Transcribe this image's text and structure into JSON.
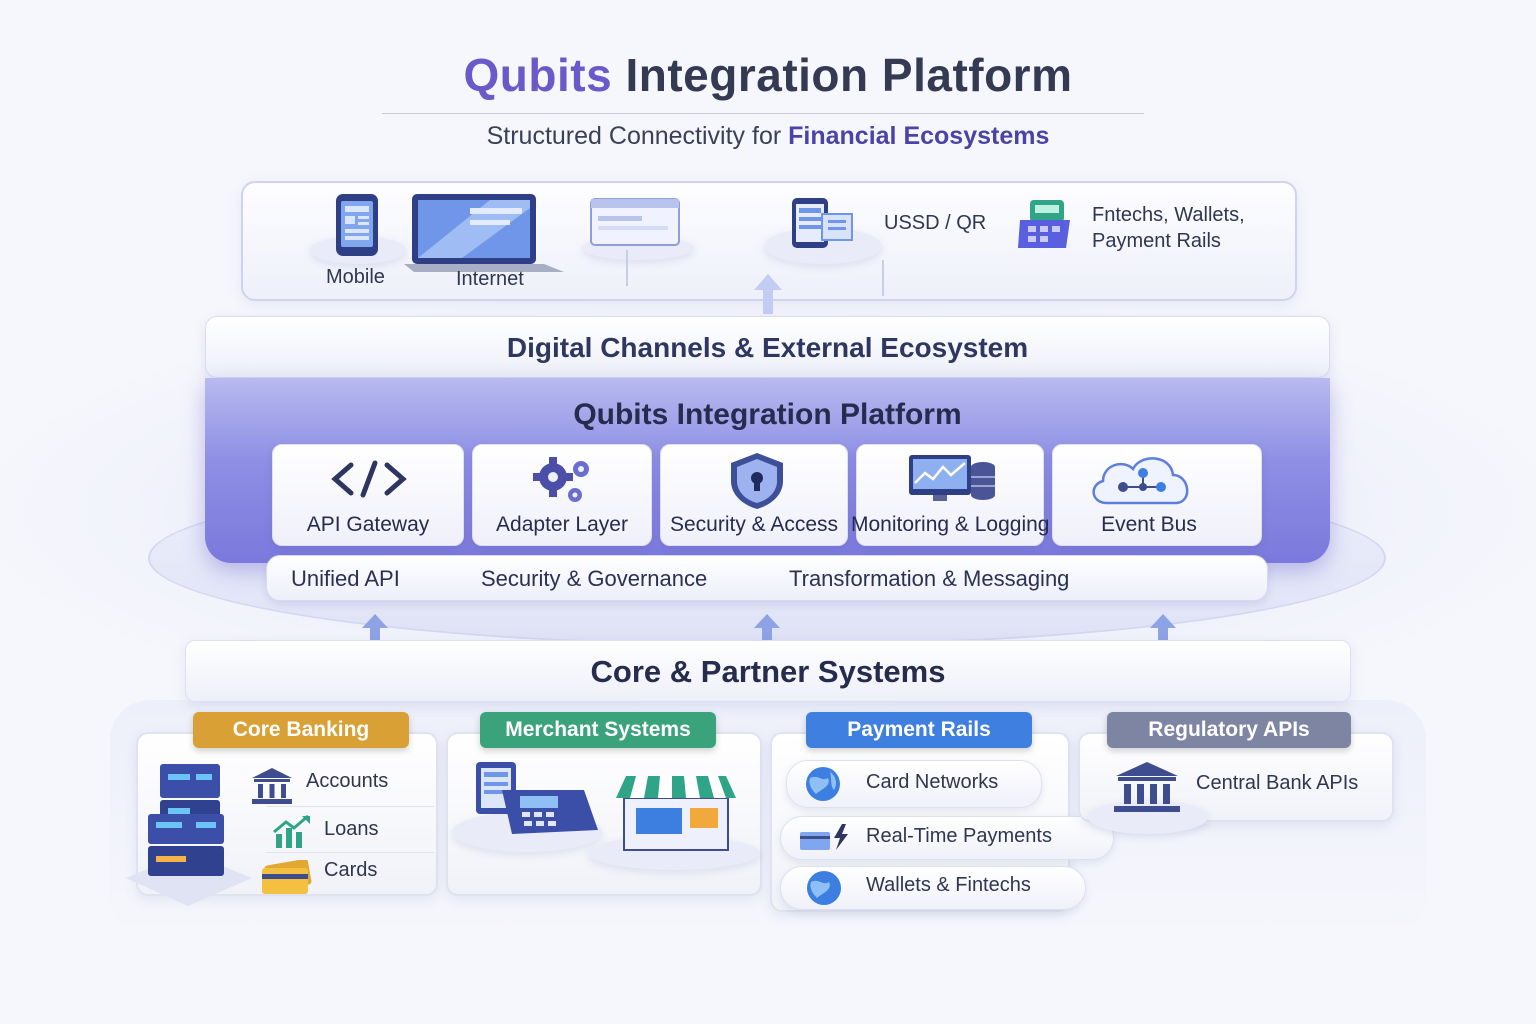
{
  "header": {
    "title_brand": "Qubits",
    "title_rest": "Integration Platform",
    "subtitle_plain": "Structured Connectivity for",
    "subtitle_emphasis": "Financial Ecosystems"
  },
  "channels": {
    "mobile": "Mobile",
    "internet": "Internet",
    "ussd": "USSD / QR",
    "fintech_line1": "Fntechs, Wallets,",
    "fintech_line2": "Payment Rails"
  },
  "digital_band": "Digital Channels & External Ecosystem",
  "platform": {
    "title": "Qubits Integration Platform",
    "tiles": [
      {
        "label": "API Gateway",
        "icon": "code-icon"
      },
      {
        "label": "Adapter Layer",
        "icon": "gears-icon"
      },
      {
        "label": "Security & Access",
        "icon": "shield-lock-icon"
      },
      {
        "label": "Monitoring & Logging",
        "icon": "monitor-database-icon"
      },
      {
        "label": "Event Bus",
        "icon": "cloud-network-icon"
      }
    ],
    "capabilities": [
      "Unified API",
      "Security & Governance",
      "Transformation & Messaging"
    ]
  },
  "core_band": "Core & Partner Systems",
  "systems": {
    "core_banking": {
      "tag": "Core Banking",
      "color": "#d9a035",
      "items": [
        "Accounts",
        "Loans",
        "Cards"
      ]
    },
    "merchant": {
      "tag": "Merchant Systems",
      "color": "#3aa37c"
    },
    "payment_rails": {
      "tag": "Payment Rails",
      "color": "#3f7fe0",
      "items": [
        "Card Networks",
        "Real-Time Payments",
        "Wallets & Fintechs"
      ]
    },
    "regulatory": {
      "tag": "Regulatory APIs",
      "color": "#7e85a3",
      "items": [
        "Central Bank APIs"
      ]
    }
  }
}
